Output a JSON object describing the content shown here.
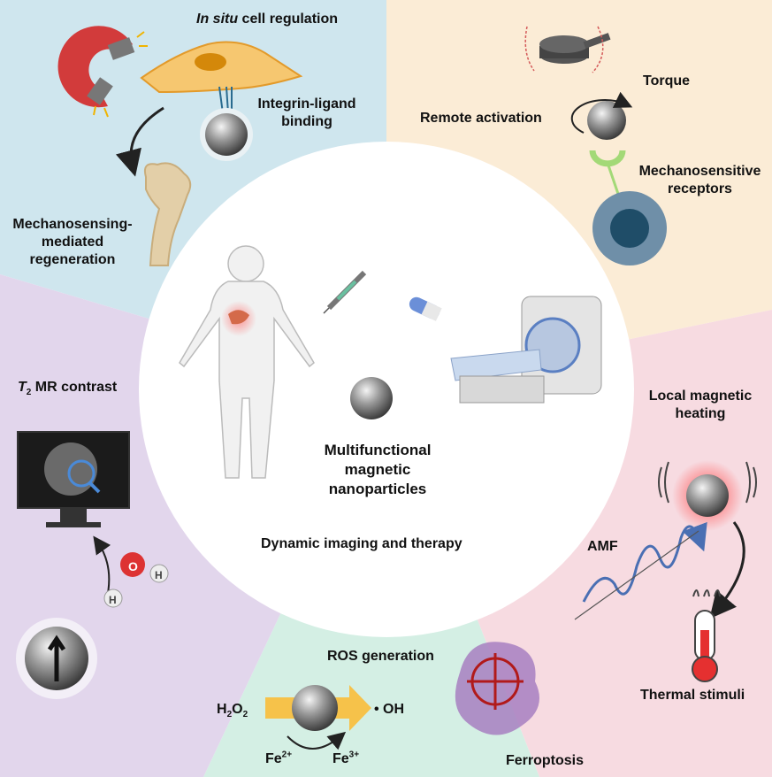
{
  "figure": {
    "colors": {
      "top_left_panel": "#cfe6ee",
      "top_right_panel": "#fbecd6",
      "right_panel": "#f7dbe1",
      "bottom_panel": "#d4efe4",
      "left_panel": "#e2d6ec",
      "center_circle": "#ffffff",
      "nanoparticle": "#8a8a8a",
      "heat_glow": "#ff4a4a",
      "coil": "#4a6fb3"
    },
    "center": {
      "title_line1": "Multifunctional",
      "title_line2": "magnetic",
      "title_line3": "nanoparticles",
      "subtitle": "Dynamic imaging and therapy"
    },
    "top_left": {
      "title_italic": "In situ",
      "title_rest": " cell regulation",
      "binding_line1": "Integrin-ligand",
      "binding_line2": "binding",
      "regen_line1": "Mechanosensing-",
      "regen_line2": "mediated",
      "regen_line3": "regeneration"
    },
    "top_right": {
      "torque": "Torque",
      "remote": "Remote activation",
      "receptors_line1": "Mechanosensitive",
      "receptors_line2": "receptors"
    },
    "right": {
      "heating_line1": "Local magnetic",
      "heating_line2": "heating",
      "amf": "AMF",
      "thermal": "Thermal stimuli"
    },
    "bottom": {
      "ros": "ROS generation",
      "h2o2_base": "H",
      "h2o2_sub1": "2",
      "h2o2_mid": "O",
      "h2o2_sub2": "2",
      "oh": "• OH",
      "fe2_base": "Fe",
      "fe2_sup": "2+",
      "fe3_base": "Fe",
      "fe3_sup": "3+",
      "ferroptosis": "Ferroptosis"
    },
    "left": {
      "t2_italic": "T",
      "t2_sub": "2",
      "t2_rest": " MR contrast",
      "atom_o": "O",
      "atom_h1": "H",
      "atom_h2": "H"
    },
    "icons": [
      "magnet-icon",
      "cell-icon",
      "bone-icon",
      "nanoparticle-icon",
      "magnetic-device-icon",
      "receptor-cell-icon",
      "human-body-icon",
      "syringe-icon",
      "pill-icon",
      "mri-scanner-icon",
      "monitor-icon",
      "water-molecule-icon",
      "coil-icon",
      "thermometer-icon",
      "ferroptotic-cell-icon"
    ]
  }
}
